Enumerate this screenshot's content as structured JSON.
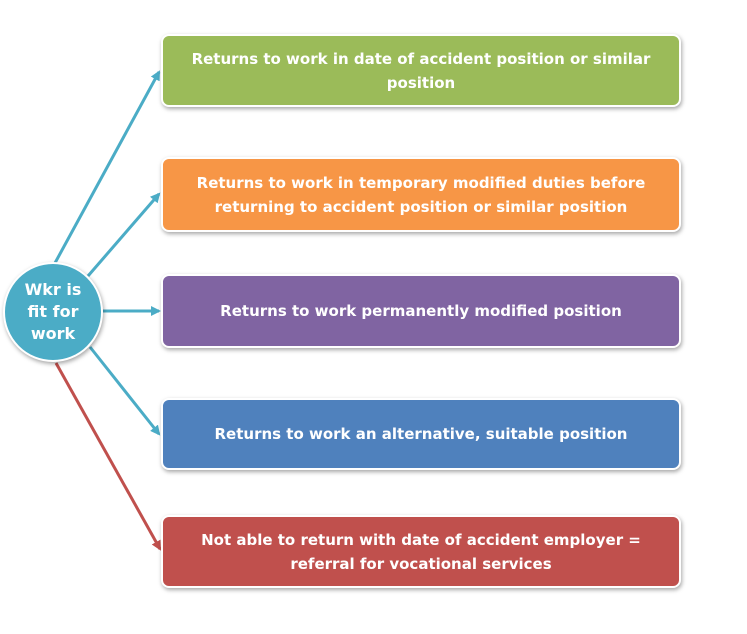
{
  "center": {
    "label": "Wkr is fit for work",
    "color": "#4bacc6"
  },
  "outcomes": [
    {
      "label": "Returns to work in date of accident position or similar position",
      "color": "#9bbb59"
    },
    {
      "label": "Returns to work in temporary modified duties before returning to accident position or similar position",
      "color": "#f79646"
    },
    {
      "label": "Returns to work permanently modified position",
      "color": "#8064a2"
    },
    {
      "label": "Returns to work an alternative, suitable position",
      "color": "#4f81bd"
    },
    {
      "label": "Not able to return with date of accident employer = referral for vocational services",
      "color": "#c0504d"
    }
  ],
  "arrow_colors": {
    "positive": "#4bacc6",
    "negative": "#c0504d"
  }
}
